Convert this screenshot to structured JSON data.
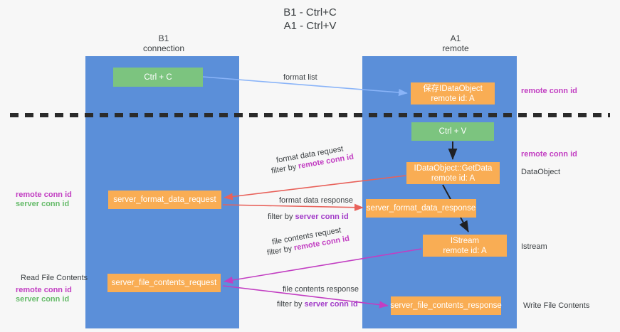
{
  "diagram": {
    "title_line1": "B1 - Ctrl+C",
    "title_line2": "A1 - Ctrl+V",
    "lanes": [
      {
        "name": "B1",
        "sub": "connection",
        "color": "#5b8fd9"
      },
      {
        "name": "A1",
        "sub": "remote",
        "color": "#5b8fd9"
      }
    ],
    "colors": {
      "lane": "#5b8fd9",
      "green_box": "#7cc47f",
      "orange_box": "#f9ad54",
      "remote_conn_id": "#c23ec2",
      "server_conn_id": "#66bb6a",
      "divider": "#2b2b2b",
      "arrow_format_list": "#8ab4f8",
      "arrow_format_data": "#e8615a",
      "arrow_file_contents": "#c23ec2",
      "arrow_black": "#202124",
      "background": "#f7f7f7",
      "text": "#3c4043"
    },
    "boxes": {
      "ctrl_c": "Ctrl + C",
      "ctrl_v": "Ctrl + V",
      "idataobject_l1": "保存IDataObject",
      "idataobject_l2": "remote id: A",
      "getdata_l1": "IDataObject::GetData",
      "getdata_l2": "remote id: A",
      "istream_l1": "IStream",
      "istream_l2": "remote id: A",
      "server_format_data_request": "server_format_data_request",
      "server_format_data_response": "server_format_data_response",
      "server_file_contents_request": "server_file_contents_request",
      "server_file_contents_response": "server_file_contents_response"
    },
    "captions": {
      "format_list": "format list",
      "format_data_request": "format data request",
      "format_data_request_filter_prefix": "filter by ",
      "format_data_request_filter_key": "remote conn id",
      "format_data_response": "format data response",
      "format_data_response_filter_prefix": "filter by ",
      "format_data_response_filter_key": "server conn id",
      "file_contents_request": "file contents request",
      "file_contents_request_filter_prefix": "filter by ",
      "file_contents_request_filter_key": "remote conn id",
      "file_contents_response": "file contents response",
      "file_contents_response_filter_prefix": "filter by ",
      "file_contents_response_filter_key": "server conn id"
    },
    "right_notes": {
      "remote_conn_id_top": "remote conn id",
      "remote_conn_id_mid": "remote conn id",
      "dataobject": "DataObject",
      "istream": "Istream",
      "write_file_contents": "Write File Contents"
    },
    "left_notes": {
      "remote_conn_id": "remote conn id",
      "server_conn_id": "server conn id",
      "read_file_contents": "Read File Contents",
      "remote_conn_id_2": "remote conn id",
      "server_conn_id_2": "server conn id"
    }
  }
}
